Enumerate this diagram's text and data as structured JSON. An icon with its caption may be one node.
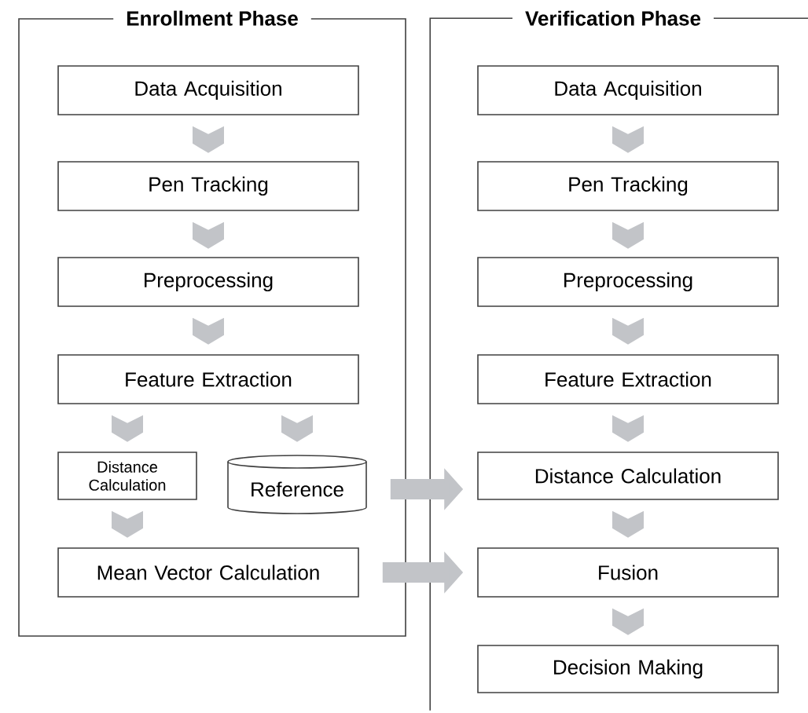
{
  "diagram": {
    "nodes": [
      {
        "text": [
          "Enrollment Phase"
        ]
      },
      {
        "text": [
          "Data Acquisition"
        ],
        "in": 0
      },
      {
        "text": [
          "Pen Tracking"
        ],
        "in": 0
      },
      {
        "text": [
          "Preprocessing"
        ],
        "in": 0
      },
      {
        "text": [
          "Feature Extraction"
        ],
        "in": 0
      },
      {
        "text": [
          "Distance Calculation"
        ],
        "in": 0
      },
      {
        "text": [
          "Reference"
        ],
        "in": 0
      },
      {
        "text": [
          "Mean Vector Calculation"
        ],
        "in": 0
      },
      {
        "text": [
          "Verification Phase"
        ]
      },
      {
        "text": [
          "Data Acquisition"
        ],
        "in": 8
      },
      {
        "text": [
          "Pen Tracking"
        ],
        "in": 8
      },
      {
        "text": [
          "Preprocessing"
        ],
        "in": 8
      },
      {
        "text": [
          "Feature Extraction"
        ],
        "in": 8
      },
      {
        "text": [
          "Distance Calculation"
        ],
        "in": 8
      },
      {
        "text": [
          "Fusion"
        ],
        "in": 8
      },
      {
        "text": [
          "Decision Making"
        ],
        "in": 8
      }
    ],
    "edges": [
      {
        "from": 1,
        "to": 2,
        "arrow": "to"
      },
      {
        "from": 2,
        "to": 3,
        "arrow": "to"
      },
      {
        "from": 3,
        "to": 4,
        "arrow": "to"
      },
      {
        "from": 4,
        "to": 5,
        "arrow": "to"
      },
      {
        "from": 4,
        "to": 6,
        "arrow": "to"
      },
      {
        "from": 5,
        "to": 7,
        "arrow": "to"
      },
      {
        "from": 6,
        "to": 13,
        "arrow": "to"
      },
      {
        "from": 7,
        "to": 14,
        "arrow": "to"
      },
      {
        "from": 9,
        "to": 10,
        "arrow": "to"
      },
      {
        "from": 10,
        "to": 11,
        "arrow": "to"
      },
      {
        "from": 11,
        "to": 12,
        "arrow": "to"
      },
      {
        "from": 12,
        "to": 13,
        "arrow": "to"
      },
      {
        "from": 13,
        "to": 14,
        "arrow": "to"
      },
      {
        "from": 14,
        "to": 15,
        "arrow": "to"
      }
    ]
  }
}
